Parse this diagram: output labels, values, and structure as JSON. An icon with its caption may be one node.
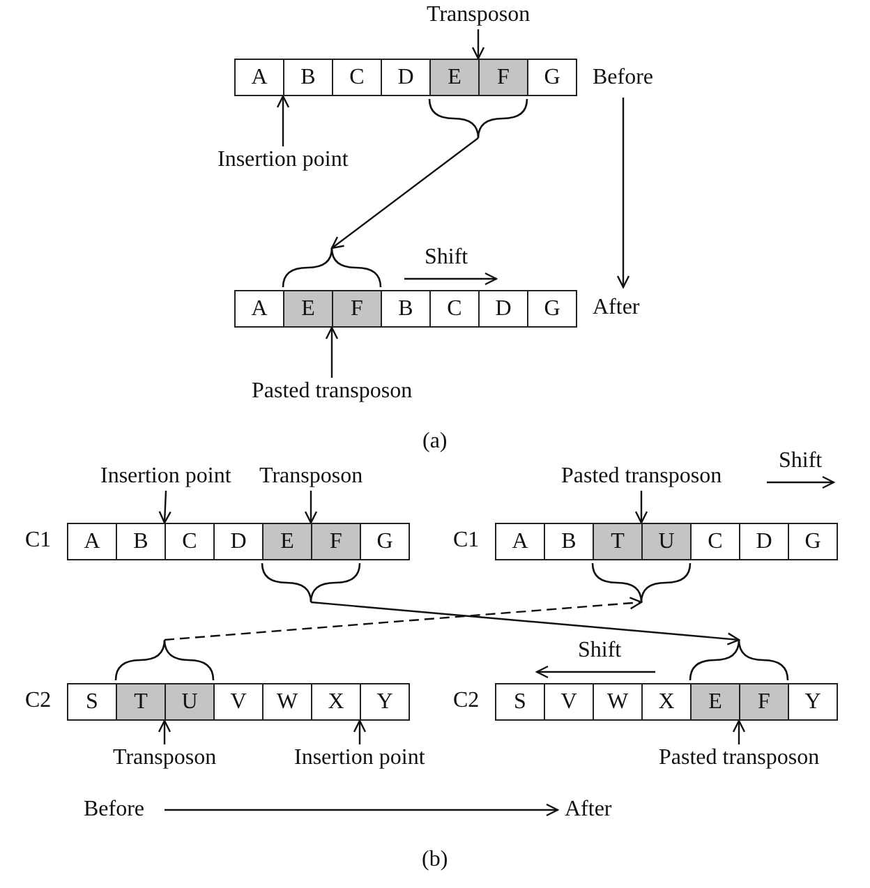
{
  "diagram": {
    "nodes": [
      {
        "text": [
          "Transposon"
        ]
      },
      {
        "text": [
          "A"
        ]
      },
      {
        "text": [
          "B"
        ]
      },
      {
        "text": [
          "C"
        ]
      },
      {
        "text": [
          "D"
        ]
      },
      {
        "text": [
          "E"
        ]
      },
      {
        "text": [
          "F"
        ]
      },
      {
        "text": [
          "G"
        ]
      },
      {
        "text": [],
        "shape": "brace"
      },
      {
        "text": [
          "Insertion point"
        ]
      },
      {
        "text": [],
        "shape": "brace"
      },
      {
        "text": [
          "A"
        ]
      },
      {
        "text": [
          "E"
        ]
      },
      {
        "text": [
          "F"
        ]
      },
      {
        "text": [
          "B"
        ]
      },
      {
        "text": [
          "C"
        ]
      },
      {
        "text": [
          "D"
        ]
      },
      {
        "text": [
          "G"
        ]
      },
      {
        "text": [
          "Pasted transposon"
        ]
      },
      {
        "text": [
          "Insertion point"
        ]
      },
      {
        "text": [
          "Transposon"
        ]
      },
      {
        "text": [
          "Pasted transposon"
        ]
      },
      {
        "text": [
          "A"
        ]
      },
      {
        "text": [
          "B"
        ]
      },
      {
        "text": [
          "C"
        ]
      },
      {
        "text": [
          "D"
        ]
      },
      {
        "text": [
          "E"
        ]
      },
      {
        "text": [
          "F"
        ]
      },
      {
        "text": [
          "G"
        ]
      },
      {
        "text": [
          "A"
        ]
      },
      {
        "text": [
          "B"
        ]
      },
      {
        "text": [
          "T"
        ]
      },
      {
        "text": [
          "U"
        ]
      },
      {
        "text": [
          "C"
        ]
      },
      {
        "text": [
          "D"
        ]
      },
      {
        "text": [
          "G"
        ]
      },
      {
        "text": [],
        "shape": "brace"
      },
      {
        "text": [],
        "shape": "brace"
      },
      {
        "text": [],
        "shape": "brace"
      },
      {
        "text": [],
        "shape": "brace"
      },
      {
        "text": [
          "S"
        ]
      },
      {
        "text": [
          "T"
        ]
      },
      {
        "text": [
          "U"
        ]
      },
      {
        "text": [
          "V"
        ]
      },
      {
        "text": [
          "W"
        ]
      },
      {
        "text": [
          "X"
        ]
      },
      {
        "text": [
          "Y"
        ]
      },
      {
        "text": [
          "S"
        ]
      },
      {
        "text": [
          "V"
        ]
      },
      {
        "text": [
          "W"
        ]
      },
      {
        "text": [
          "X"
        ]
      },
      {
        "text": [
          "E"
        ]
      },
      {
        "text": [
          "F"
        ]
      },
      {
        "text": [
          "Y"
        ]
      },
      {
        "text": [
          "Transposon"
        ]
      },
      {
        "text": [
          "Insertion point"
        ]
      },
      {
        "text": [
          "Pasted transposon"
        ]
      }
    ],
    "edges": [
      {
        "from": 0,
        "to": 5,
        "arrow": "to"
      },
      {
        "from": 9,
        "to": 1,
        "arrow": "to"
      },
      {
        "from": 8,
        "to": 10,
        "arrow": "to"
      },
      {
        "from": 18,
        "to": 12,
        "arrow": "to"
      },
      {
        "from": 19,
        "to": 23,
        "arrow": "to"
      },
      {
        "from": 20,
        "to": 26,
        "arrow": "to"
      },
      {
        "from": 21,
        "to": 31,
        "arrow": "to"
      },
      {
        "from": 36,
        "to": 39,
        "arrow": "to"
      },
      {
        "from": 38,
        "to": 37,
        "arrow": "to",
        "style": "dashed"
      },
      {
        "from": 54,
        "to": 41,
        "arrow": "to"
      },
      {
        "from": 55,
        "to": 45,
        "arrow": "to"
      },
      {
        "from": 56,
        "to": 51,
        "arrow": "to"
      }
    ],
    "labels": [
      "Before",
      "Shift",
      "After",
      "(a)",
      "Shift",
      "C1",
      "C1",
      "Shift",
      "C2",
      "C2",
      "Before",
      "After",
      "(b)"
    ]
  }
}
